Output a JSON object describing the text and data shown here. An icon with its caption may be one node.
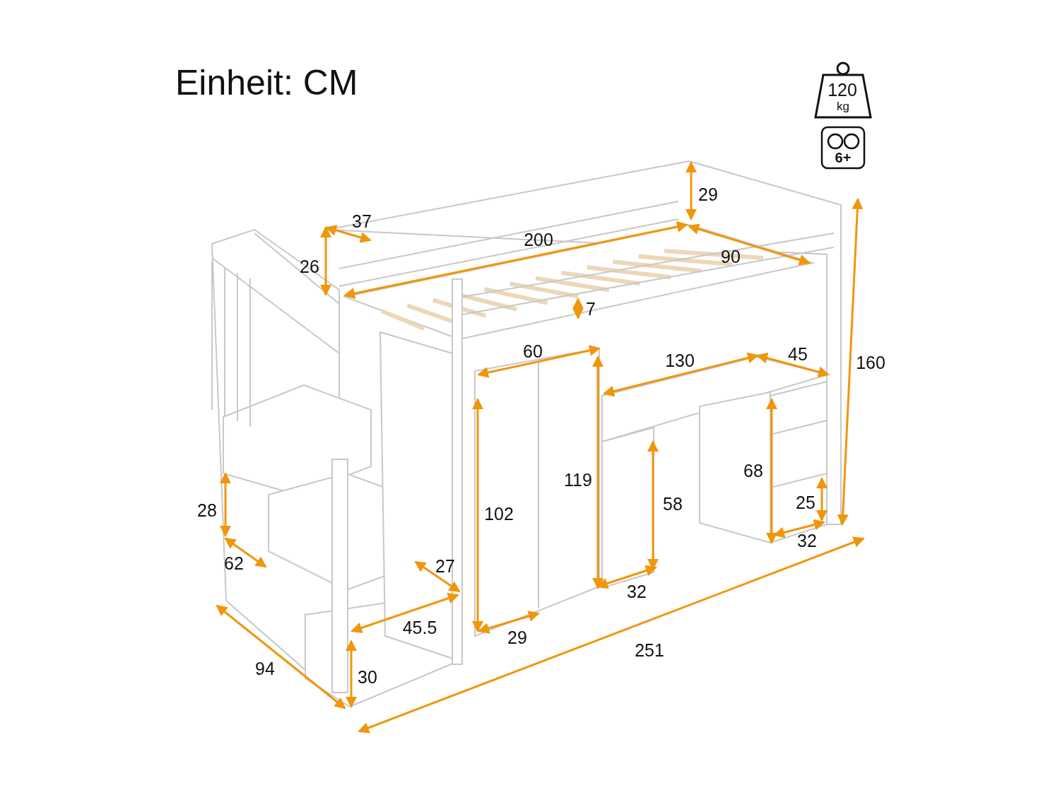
{
  "diagram": {
    "title": "Einheit: CM",
    "labels": [
      "120",
      "kg",
      "6+",
      "29",
      "37",
      "200",
      "90",
      "26",
      "7",
      "60",
      "45",
      "130",
      "160",
      "68",
      "119",
      "58",
      "25",
      "28",
      "102",
      "32",
      "62",
      "27",
      "32",
      "45.5",
      "29",
      "251",
      "94",
      "30"
    ]
  }
}
